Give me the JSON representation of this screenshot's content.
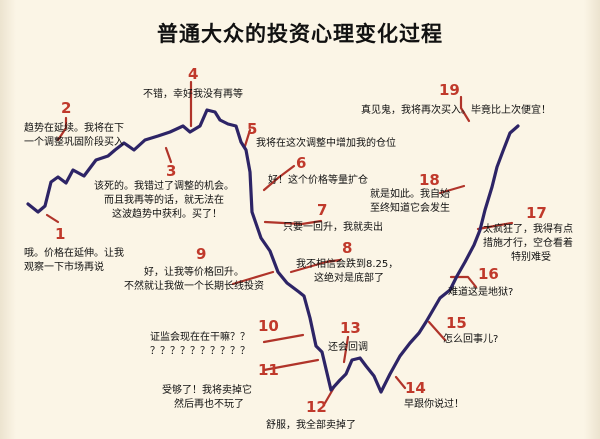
{
  "title": "普通大众的投资心理变化过程",
  "colors": {
    "curve": "#2d2466",
    "connector": "#b0342a",
    "number": "#c0392b",
    "background": "#fbf5e6"
  },
  "stages": [
    {
      "n": "1",
      "lines": [
        "哦。价格在延伸。让我",
        "观察一下市场再说"
      ]
    },
    {
      "n": "2",
      "lines": [
        "趋势在延续。我将在下",
        "一个调整巩固阶段买入"
      ]
    },
    {
      "n": "3",
      "lines": [
        "该死的。我错过了调整的机会。",
        "而且我再等的话，就无法在",
        "这波趋势中获利。买了！"
      ]
    },
    {
      "n": "4",
      "lines": [
        "不错，幸好我没有再等"
      ]
    },
    {
      "n": "5",
      "lines": [
        "我将在这次调整中增加我的仓位"
      ]
    },
    {
      "n": "6",
      "lines": [
        "好！这个价格等量扩仓"
      ]
    },
    {
      "n": "7",
      "lines": [
        "只要一回升，我就卖出"
      ]
    },
    {
      "n": "8",
      "lines": [
        "我不相信会跌到8.25，",
        "这绝对是底部了"
      ]
    },
    {
      "n": "9",
      "lines": [
        "好，让我等价格回升。",
        "不然就让我做一个长期长线投资"
      ]
    },
    {
      "n": "10",
      "lines": [
        "证监会现在在干嘛？？",
        "？？？？？？？？？？"
      ]
    },
    {
      "n": "11",
      "lines": [
        "受够了！我将卖掉它",
        "然后再也不玩了"
      ]
    },
    {
      "n": "12",
      "lines": [
        "舒服，我全部卖掉了"
      ]
    },
    {
      "n": "13",
      "lines": [
        "还会回调"
      ]
    },
    {
      "n": "14",
      "lines": [
        "早跟你说过！"
      ]
    },
    {
      "n": "15",
      "lines": [
        "怎么回事儿?"
      ]
    },
    {
      "n": "16",
      "lines": [
        "难道这是地狱?"
      ]
    },
    {
      "n": "17",
      "lines": [
        "太疯狂了，我得有点",
        "措施才行，空仓看着",
        "特别难受"
      ]
    },
    {
      "n": "18",
      "lines": [
        "就是如此。我自始",
        "至终知道它会发生"
      ]
    },
    {
      "n": "19",
      "lines": [
        "真见鬼，我将再次买入。毕竟比上次便宜！"
      ]
    }
  ]
}
